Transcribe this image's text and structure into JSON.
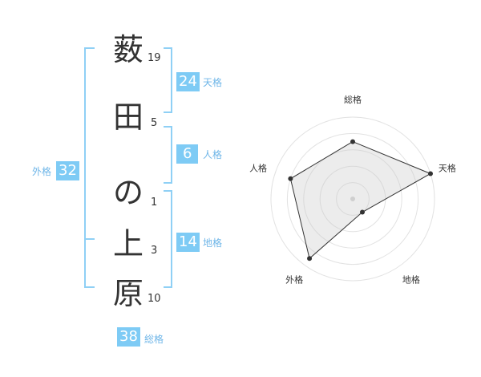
{
  "name": {
    "chars": [
      {
        "char": "薮",
        "strokes": "19"
      },
      {
        "char": "田",
        "strokes": "5"
      },
      {
        "char": "の",
        "strokes": "1"
      },
      {
        "char": "上",
        "strokes": "3"
      },
      {
        "char": "原",
        "strokes": "10"
      }
    ]
  },
  "fortune": {
    "tenkaku": {
      "value": "24",
      "label": "天格"
    },
    "jinkaku": {
      "value": "6",
      "label": "人格"
    },
    "chikaku": {
      "value": "14",
      "label": "地格"
    },
    "gaikaku": {
      "value": "32",
      "label": "外格"
    },
    "soukaku": {
      "value": "38",
      "label": "総格"
    }
  },
  "colors": {
    "accent": "#7ecbf5",
    "accent_text": "#6fb6e8",
    "bracket": "#8fd0f5"
  },
  "chart_data": {
    "type": "radar",
    "axes": [
      "総格",
      "天格",
      "地格",
      "外格",
      "人格"
    ],
    "values": [
      3.5,
      5,
      1,
      4.5,
      4
    ],
    "max": 5,
    "rings": 5,
    "grid": true
  }
}
